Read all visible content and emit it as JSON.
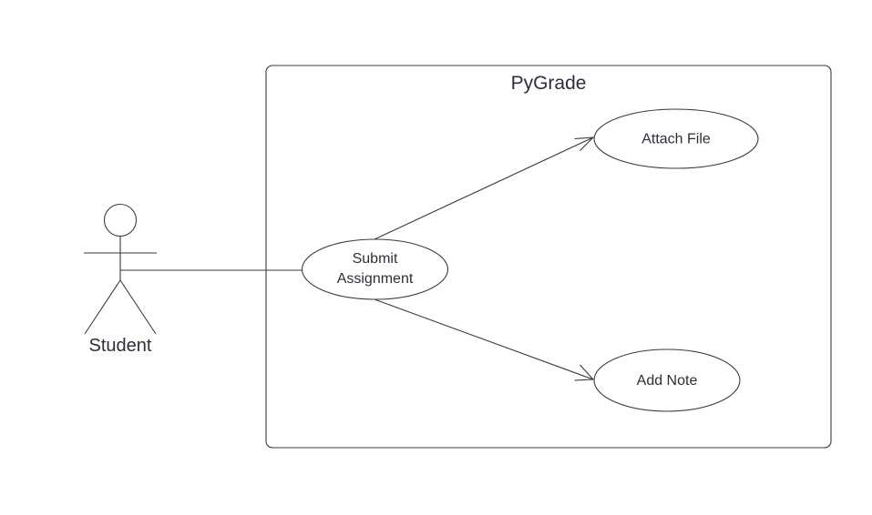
{
  "system": {
    "title": "PyGrade"
  },
  "actor": {
    "name": "Student"
  },
  "use_cases": {
    "submit": {
      "line1": "Submit",
      "line2": "Assignment"
    },
    "attach": {
      "label": "Attach File"
    },
    "note": {
      "label": "Add Note"
    }
  },
  "colors": {
    "stroke": "#3a3a3a",
    "text": "#2a2f3a",
    "background": "#ffffff"
  }
}
